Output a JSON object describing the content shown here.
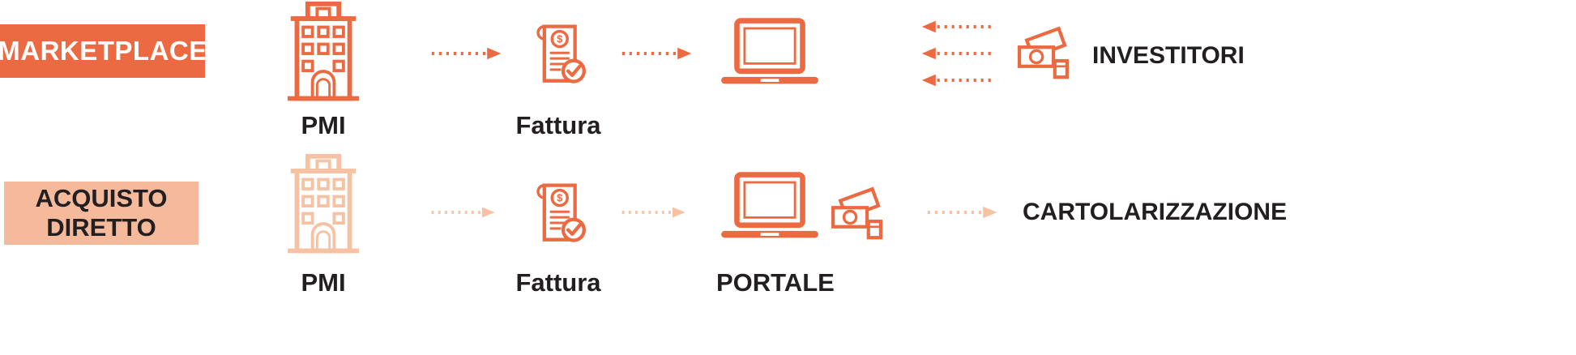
{
  "rows": {
    "marketplace": {
      "band_label": "MARKETPLACE",
      "pmi_label": "PMI",
      "fattura_label": "Fattura",
      "investitori_label": "INVESTITORI"
    },
    "acquisto_diretto": {
      "band_line1": "ACQUISTO",
      "band_line2": "DIRETTO",
      "pmi_label": "PMI",
      "fattura_label": "Fattura",
      "portale_label": "PORTALE",
      "cartolarizzazione_label": "CARTOLARIZZAZIONE"
    }
  },
  "colors": {
    "primary_orange": "#EC6A41",
    "light_orange": "#F6C2A3",
    "band_light_background": "#F4BA9B",
    "text_dark": "#231F20",
    "band_orange_text": "#FFFFFF"
  },
  "icons": [
    "building-icon",
    "invoice-icon",
    "laptop-icon",
    "money-icon",
    "dotted-arrow-right-icon",
    "dotted-arrow-left-icon"
  ]
}
